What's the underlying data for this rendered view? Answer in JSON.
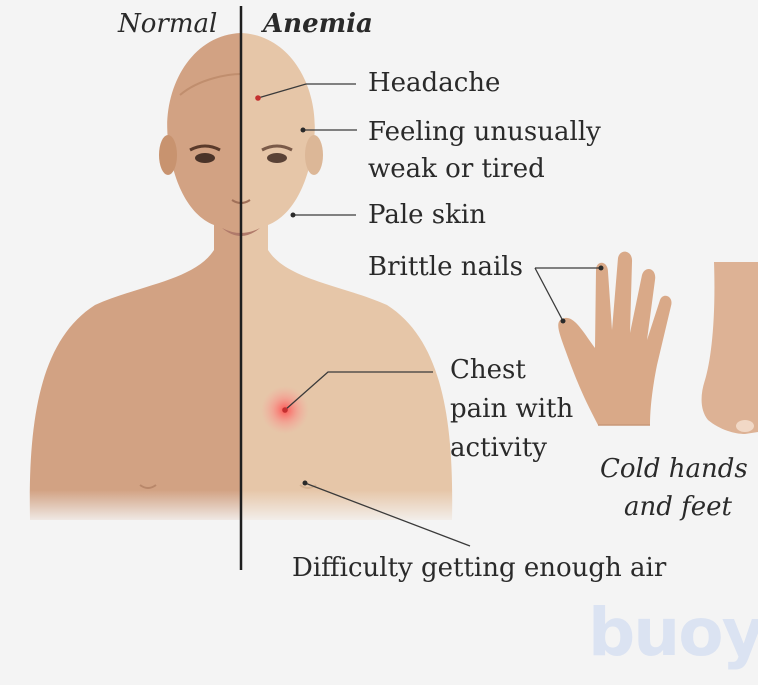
{
  "header": {
    "normal": "Normal",
    "anemia": "Anemia"
  },
  "symptoms": {
    "headache": "Headache",
    "weak_line1": "Feeling unusually",
    "weak_line2": "weak or tired",
    "pale": "Pale skin",
    "nails": "Brittle nails",
    "chest_line1": "Chest",
    "chest_line2": "pain with",
    "chest_line3": "activity",
    "air": "Difficulty getting enough air",
    "cold_line1": "Cold hands",
    "cold_line2": "and feet"
  },
  "watermark": "buoy",
  "colors": {
    "skin_normal": "#d2a283",
    "skin_pale": "#e6c6a8",
    "chest_pain": "#ff5a5a",
    "background": "#f4f4f4",
    "watermark": "#dbe3f2"
  }
}
